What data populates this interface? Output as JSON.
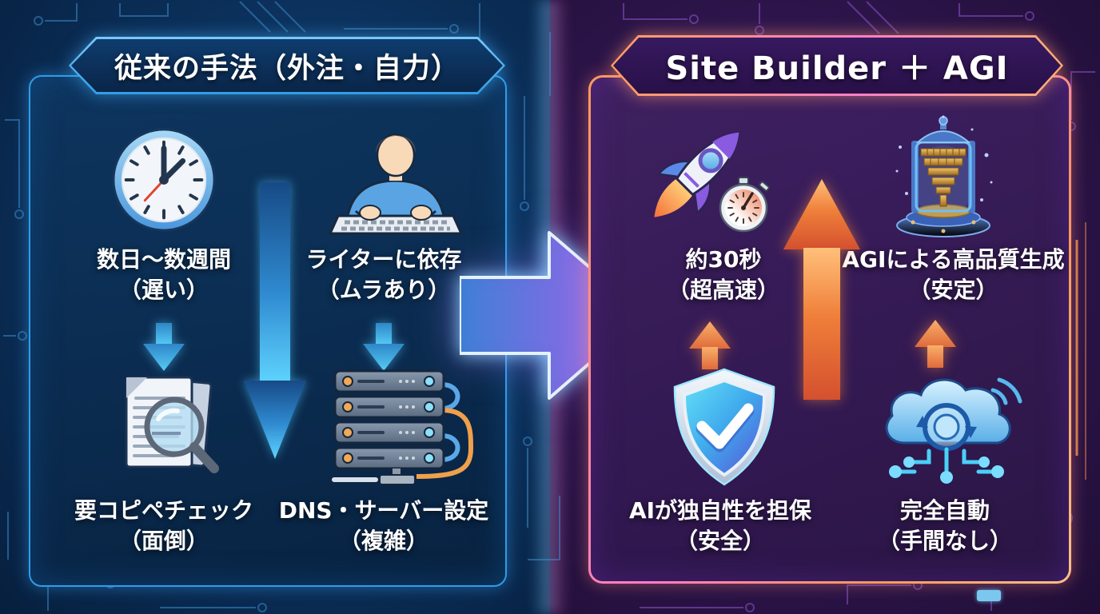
{
  "left_panel": {
    "title": "従来の手法（外注・自力）",
    "items": [
      {
        "icon": "clock",
        "line1": "数日〜数週間",
        "line2": "（遅い）"
      },
      {
        "icon": "writer-typing",
        "line1": "ライターに依存",
        "line2": "（ムラあり）"
      },
      {
        "icon": "documents-magnifier",
        "line1": "要コピペチェック",
        "line2": "（面倒）"
      },
      {
        "icon": "server-rack",
        "line1": "DNS・サーバー設定",
        "line2": "（複雑）"
      }
    ]
  },
  "right_panel": {
    "title": "Site Builder ＋ AGI",
    "items": [
      {
        "icon": "rocket-stopwatch",
        "line1": "約30秒",
        "line2": "（超高速）"
      },
      {
        "icon": "agi-machine",
        "line1": "AGIによる高品質生成",
        "line2": "（安定）"
      },
      {
        "icon": "shield-check",
        "line1": "AIが独自性を担保",
        "line2": "（安全）"
      },
      {
        "icon": "cloud-automation",
        "line1": "完全自動",
        "line2": "（手間なし）"
      }
    ]
  },
  "colors": {
    "left_border": "#2f9de8",
    "left_bg": "#0b2d52",
    "left_arrow": "#45c8f5",
    "right_border_start": "#ff9a5a",
    "right_border_end": "#ff7ec8",
    "right_bg": "#2c164e",
    "right_arrow": "#f08a4e",
    "center_arrow_start": "#3e7ed6",
    "center_arrow_end": "#d88ae8"
  }
}
